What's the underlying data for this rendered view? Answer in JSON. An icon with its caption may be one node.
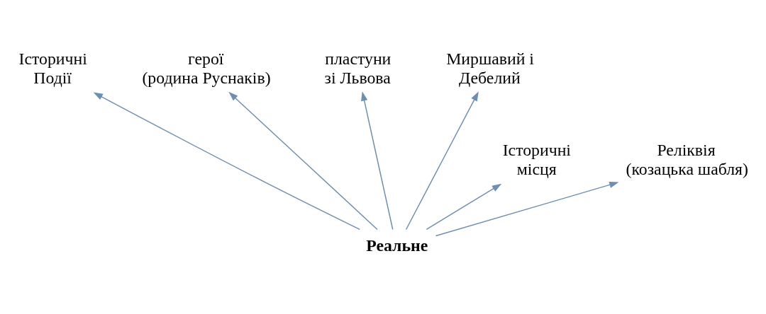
{
  "diagram": {
    "nodes": [
      {
        "text": [
          "Історичні Події"
        ]
      },
      {
        "text": [
          "герої (родина Руснаків)"
        ]
      },
      {
        "text": [
          "пластуни зі Львова"
        ]
      },
      {
        "text": [
          "Миршавий і Дебелий"
        ]
      },
      {
        "text": [
          "Історичні місця"
        ]
      },
      {
        "text": [
          "Реліквія (козацька шабля)"
        ]
      },
      {
        "text": [
          "Реальне"
        ]
      }
    ],
    "edges": [
      {
        "from": 6,
        "to": 4,
        "arrow": "to"
      },
      {
        "from": 6,
        "to": 0,
        "arrow": "to"
      },
      {
        "from": 6,
        "to": 1,
        "arrow": "to"
      },
      {
        "from": 6,
        "to": 2,
        "arrow": "to"
      },
      {
        "from": 6,
        "to": 3,
        "arrow": "to"
      },
      {
        "from": 6,
        "to": 5,
        "arrow": "to"
      }
    ]
  }
}
